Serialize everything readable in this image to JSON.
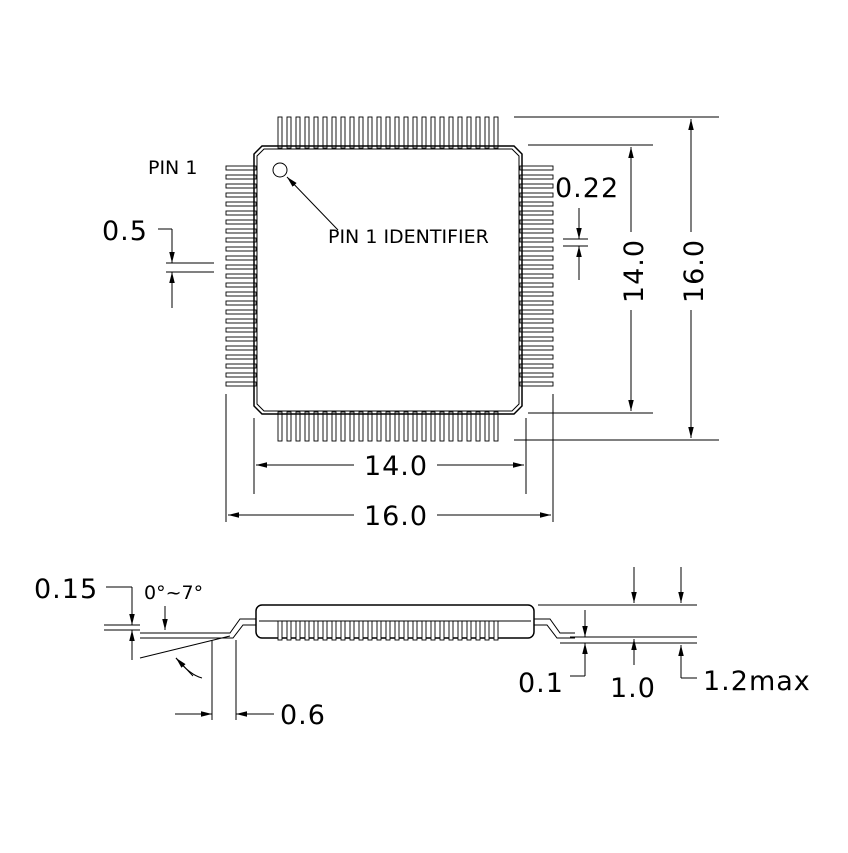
{
  "labels": {
    "pin1": "PIN 1",
    "pin1_identifier": "PIN 1 IDENTIFIER",
    "pin_pitch": "0.5",
    "lead_width": "0.22",
    "body_height": "14.0",
    "overall_height": "16.0",
    "body_width": "14.0",
    "overall_width": "16.0",
    "lead_thickness": "0.15",
    "lead_angle": "0°~7°",
    "foot_length": "0.6",
    "standoff": "0.1",
    "body_thickness": "1.0",
    "max_height": "1.2max"
  },
  "package": {
    "pins_per_side": 25
  }
}
